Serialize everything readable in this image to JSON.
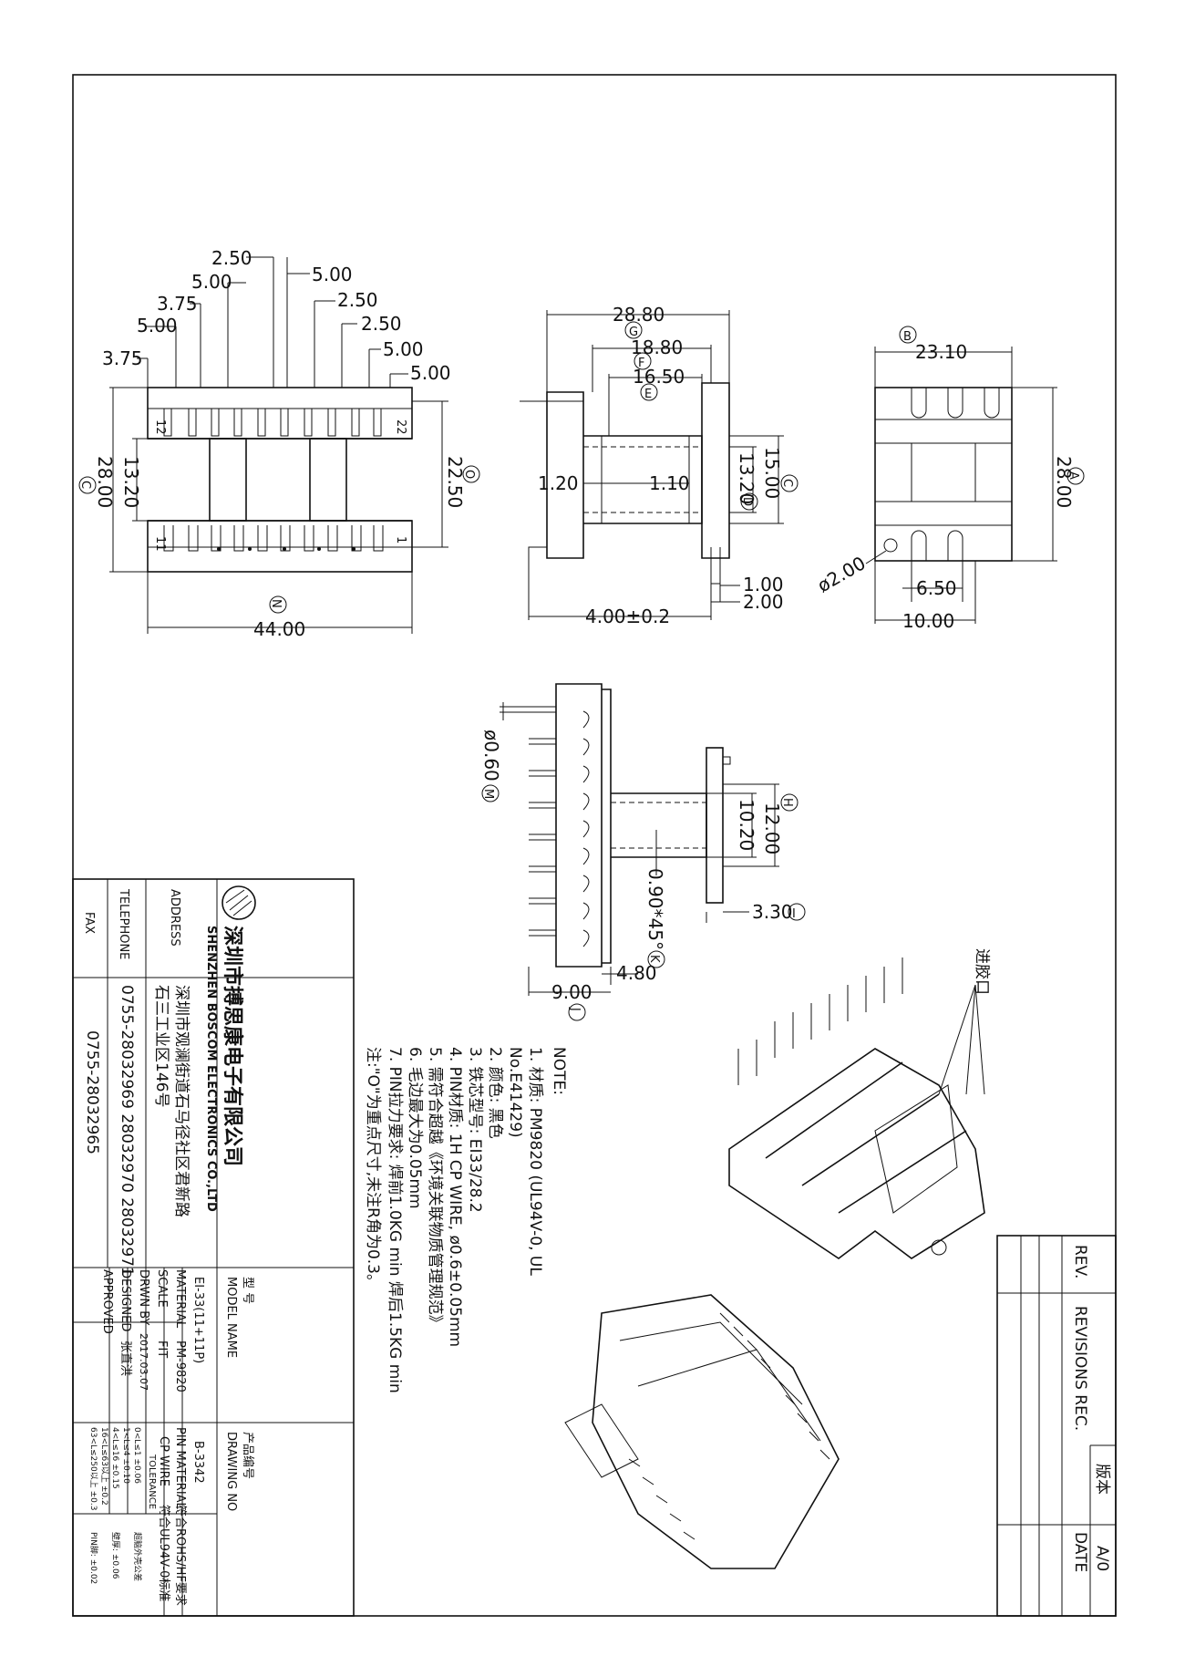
{
  "front_view": {
    "top_dims": [
      "2.50",
      "5.00",
      "3.75",
      "5.00",
      "3.75",
      "5.00",
      "2.50",
      "2.50",
      "5.00",
      "5.00"
    ],
    "width": "44.00",
    "marker_width": "N",
    "left_outer": "28.00",
    "marker_left": "C",
    "left_inner": "13.20",
    "right_outer": "22.50",
    "marker_right": "O",
    "pin_top_left": "12",
    "pin_top_right": "22",
    "pin_bot_left": "11",
    "pin_bot_right": "1"
  },
  "side_view": {
    "d_top": "28.80",
    "d_mid": "18.80",
    "d_low": "16.50",
    "markers": [
      "G",
      "F",
      "E"
    ],
    "d_left": "1.20",
    "d_center": "1.10",
    "r_inner": "13.20",
    "r_outer": "15.00",
    "marker_r_inner": "D",
    "marker_r_outer": "C",
    "d_small1": "1.00",
    "d_small2": "2.00",
    "d_bottom": "4.00±0.2"
  },
  "end_view": {
    "top": "23.10",
    "marker_top": "B",
    "right": "28.00",
    "marker_right": "A",
    "hole": "ø2.00",
    "slot": "6.50",
    "bottom": "10.00"
  },
  "lower_view": {
    "pin_dia": "ø0.60",
    "marker_pin": "M",
    "d1": "12.00",
    "marker_d1": "H",
    "d2": "10.20",
    "d3": "0.90*45°",
    "marker_d3": "K",
    "d4": "3.30",
    "marker_d4": "I",
    "d5": "4.80",
    "d6": "9.00",
    "marker_d6": "J"
  },
  "injection_label": "进胶口",
  "notes": {
    "title": "NOTE:",
    "lines": [
      "1. 材质: PM9820 (UL94V-0, UL",
      "   No.E41429)",
      "2. 颜色: 黑色",
      "3. 铁芯型号: EI33/28.2",
      "4. PIN材质: 1H CP WIRE, ø0.6±0.05mm",
      "5. 需符合超越《环境关联物质管理规范》",
      "6. 毛边最大为0.05mm",
      "7. PIN拉力要求: 焊前1.0KG min 焊后1.5KG min"
    ],
    "footnote": "注:\"O\"为重点尺寸,未注R角为0.3。"
  },
  "company": {
    "name_cn": "深圳市搏思康电子有限公司",
    "name_en": "SHENZHEN BOSCOM ELECTRONICS CO.,LTD",
    "address_label": "ADDRESS",
    "address": "深圳市观澜街道石马径社区君新路",
    "address2": "石三工业区146号",
    "tel_label": "TELEPHONE",
    "tel": "0755-28032969 28032970 28032971",
    "fax_label": "FAX",
    "fax": "0755-28032965"
  },
  "title_block": {
    "model_label_cn": "型    号",
    "model_label": "MODEL NAME",
    "model": "EI-33(11+11P)",
    "drawing_label_cn": "产品编号",
    "drawing_label": "DRAWING NO",
    "drawing_no": "B-3342",
    "material_label": "MATERIAL",
    "material": "PM-9820",
    "pin_material_label": "PIN MATERIAL:",
    "pin_material": "CP WIRE",
    "rohs": "符合ROHS/HF要求",
    "ul": "符合UL94V-0标准",
    "scale_label": "SCALE",
    "scale": "FIT",
    "tolerance_label": "TOLERANCE",
    "drwn_label": "DRWN BY",
    "drwn": "2017.03.07",
    "designed_label": "DESIGNED",
    "designer": "张直洪",
    "approved_label": "APPROVED",
    "tol": [
      "0<L≤1      ±0.06",
      "1<L≤4      ±0.10",
      "4<L≤16     ±0.15",
      "16<L≤63以上 ±0.2",
      "63<L≤250以上 ±0.3"
    ],
    "tol2": [
      "超脑外壳公差",
      "壁厚: ±0.06",
      "PIN脚: ±0.02"
    ]
  },
  "revision": {
    "rev_label": "REV.",
    "revisions_label": "REVISIONS REC.",
    "date_label": "DATE",
    "version_label": "版本",
    "version": "A/0"
  }
}
